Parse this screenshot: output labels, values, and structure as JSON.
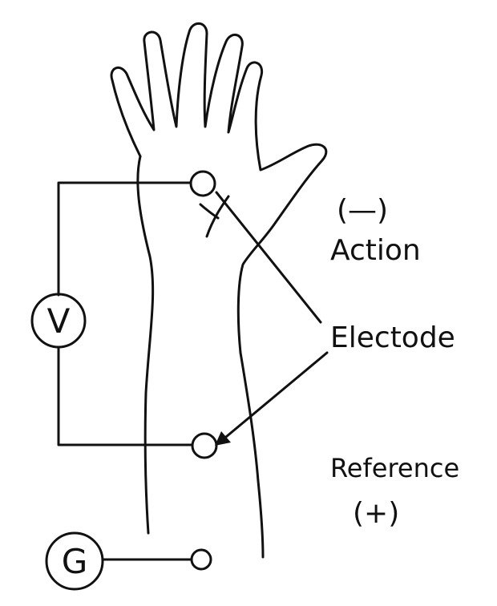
{
  "labels": {
    "action_sign": "(—)",
    "action": "Action",
    "electrode": "Electode",
    "reference": "Reference",
    "reference_sign": "(+)"
  },
  "meters": {
    "voltmeter": "V",
    "ground": "G"
  }
}
